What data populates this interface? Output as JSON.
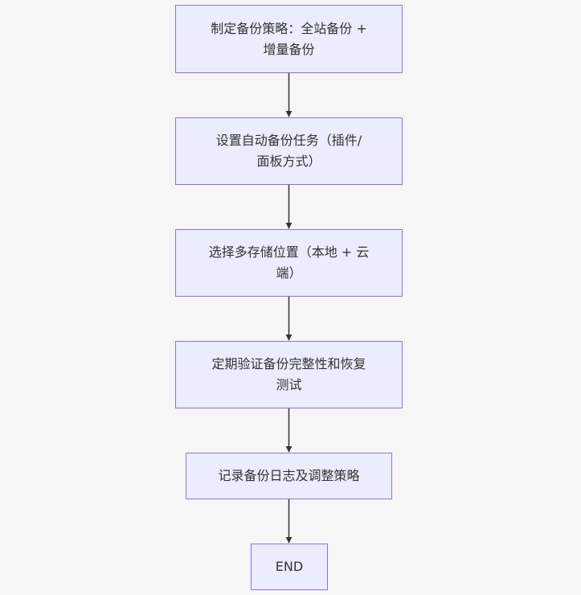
{
  "diagram": {
    "type": "flowchart",
    "direction": "top-down"
  },
  "nodes": [
    {
      "id": "n1",
      "shape": "rect",
      "lines": [
        "制定备份策略：全站备份 +",
        "增量备份"
      ]
    },
    {
      "id": "n2",
      "shape": "rect",
      "lines": [
        "设置自动备份任务（插件/",
        "面板方式）"
      ]
    },
    {
      "id": "n3",
      "shape": "rect",
      "lines": [
        "选择多存储位置（本地 + 云",
        "端）"
      ]
    },
    {
      "id": "n4",
      "shape": "rect",
      "lines": [
        "定期验证备份完整性和恢复",
        "测试"
      ]
    },
    {
      "id": "n5",
      "shape": "rect",
      "lines": [
        "记录备份日志及调整策略"
      ]
    },
    {
      "id": "n6",
      "shape": "rect",
      "lines": [
        "END"
      ]
    }
  ],
  "edges": [
    {
      "from": "n1",
      "to": "n2"
    },
    {
      "from": "n2",
      "to": "n3"
    },
    {
      "from": "n3",
      "to": "n4"
    },
    {
      "from": "n4",
      "to": "n5"
    },
    {
      "from": "n5",
      "to": "n6"
    }
  ],
  "colors": {
    "background": "#f6f6f7",
    "node_fill": "#ececff",
    "node_border": "#9370db",
    "text": "#333333",
    "edge": "#333333"
  }
}
